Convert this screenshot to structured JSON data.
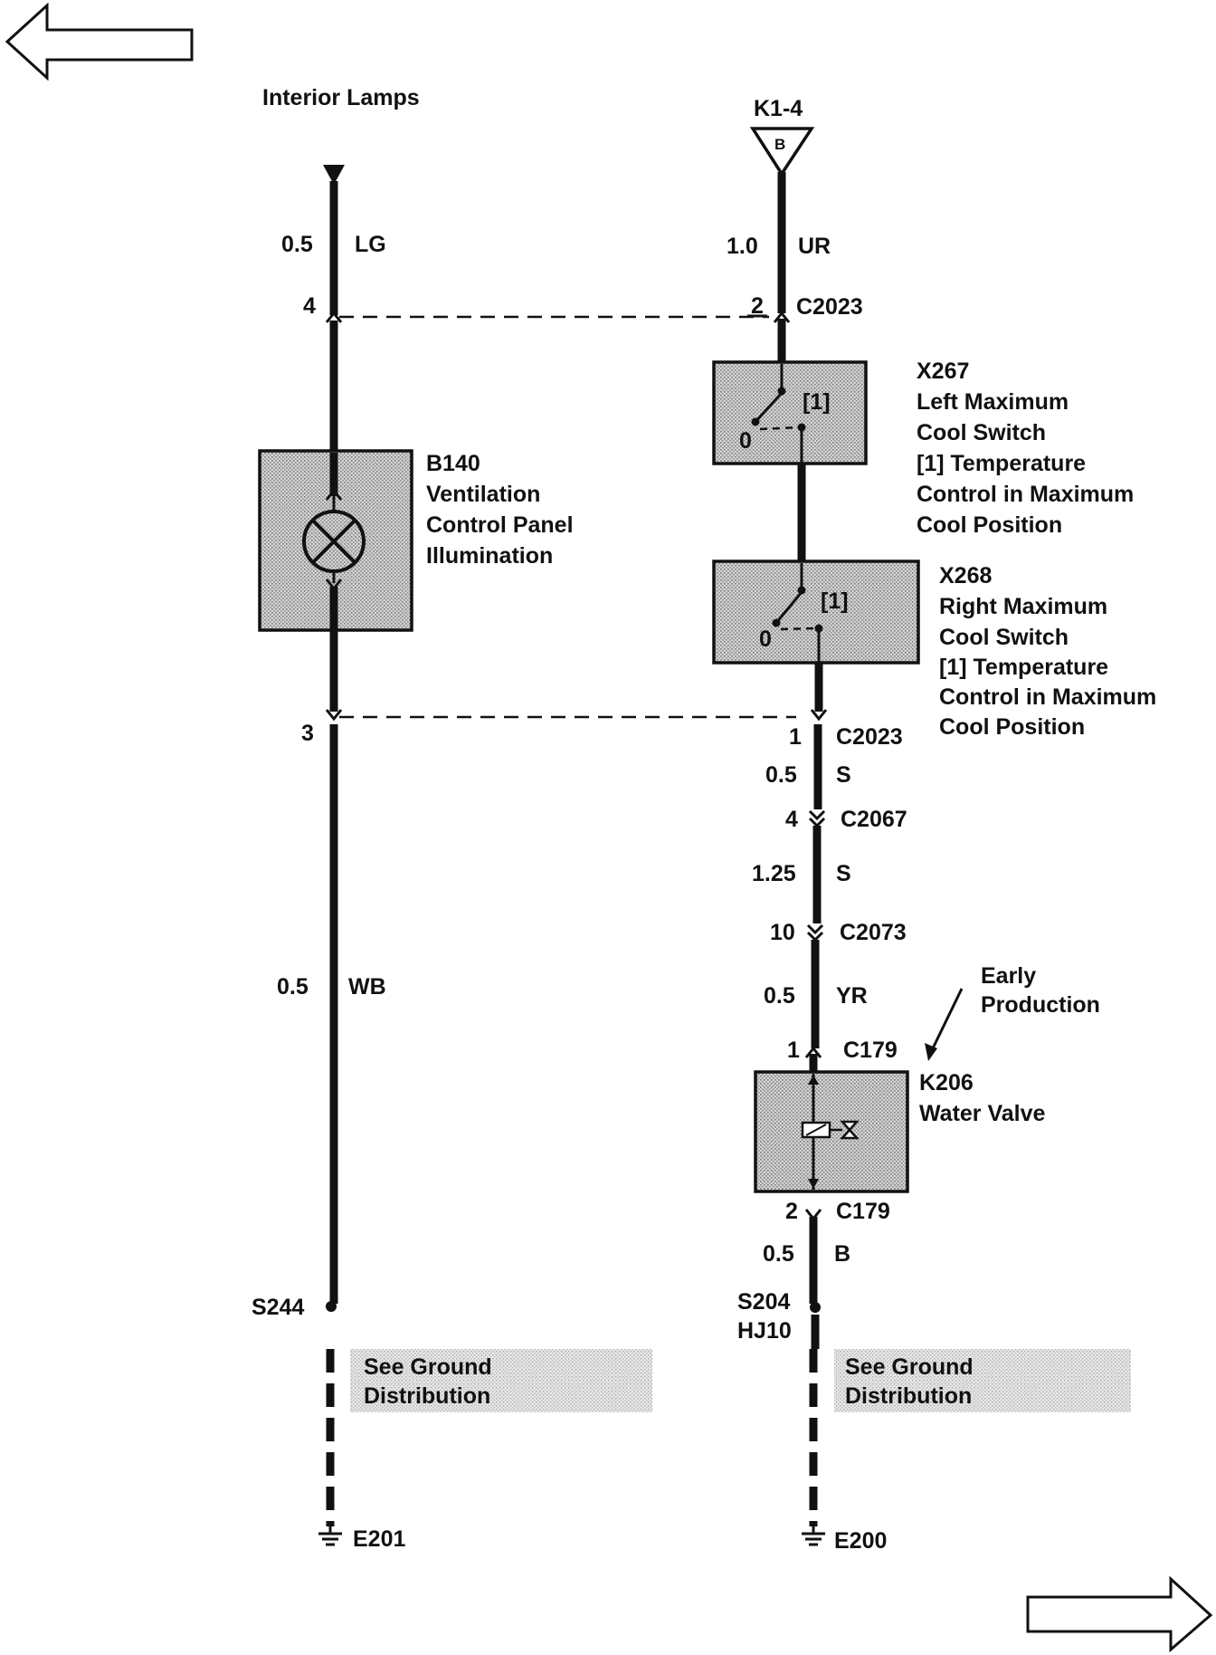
{
  "nav": {
    "prev_icon": "left-arrow-outline-icon",
    "next_icon": "right-arrow-outline-icon"
  },
  "left_circuit": {
    "title": "Interior Lamps",
    "wire_top": {
      "size": "0.5",
      "color": "LG"
    },
    "connector_top_pin": "4",
    "component": {
      "id": "B140",
      "name_lines": [
        "Ventilation",
        "Control Panel",
        "Illumination"
      ]
    },
    "connector_bottom_pin": "3",
    "wire_bottom": {
      "size": "0.5",
      "color": "WB"
    },
    "splice": "S244",
    "see_ground": [
      "See Ground",
      "Distribution"
    ],
    "ground": "E201"
  },
  "right_circuit": {
    "source": {
      "label": "K1-4",
      "pin": "B"
    },
    "wire_1": {
      "size": "1.0",
      "color": "UR"
    },
    "connector_1": {
      "pin": "2",
      "name": "C2023"
    },
    "switch_1": {
      "contact_label": "[1]",
      "zero_label": "0",
      "description_lines": [
        "X267",
        "Left Maximum",
        "Cool Switch",
        "[1]  Temperature",
        "Control in Maximum",
        "Cool Position"
      ]
    },
    "switch_2": {
      "contact_label": "[1]",
      "zero_label": "0",
      "description_lines": [
        "X268",
        "Right Maximum",
        "Cool Switch",
        "[1]  Temperature",
        "Control in Maximum",
        "Cool Position"
      ]
    },
    "connector_2": {
      "pin": "1",
      "name": "C2023"
    },
    "wire_2": {
      "size": "0.5",
      "color": "S"
    },
    "connector_3": {
      "pin": "4",
      "name": "C2067"
    },
    "wire_3": {
      "size": "1.25",
      "color": "S"
    },
    "connector_4": {
      "pin": "10",
      "name": "C2073"
    },
    "wire_4": {
      "size": "0.5",
      "color": "YR"
    },
    "early_production": [
      "Early",
      "Production"
    ],
    "connector_5": {
      "pin": "1",
      "name": "C179"
    },
    "valve": {
      "id": "K206",
      "name": "Water Valve"
    },
    "connector_6": {
      "pin": "2",
      "name": "C179"
    },
    "wire_5": {
      "size": "0.5",
      "color": "B"
    },
    "splice": [
      "S204",
      "HJ10"
    ],
    "see_ground": [
      "See Ground",
      "Distribution"
    ],
    "ground": "E200"
  }
}
